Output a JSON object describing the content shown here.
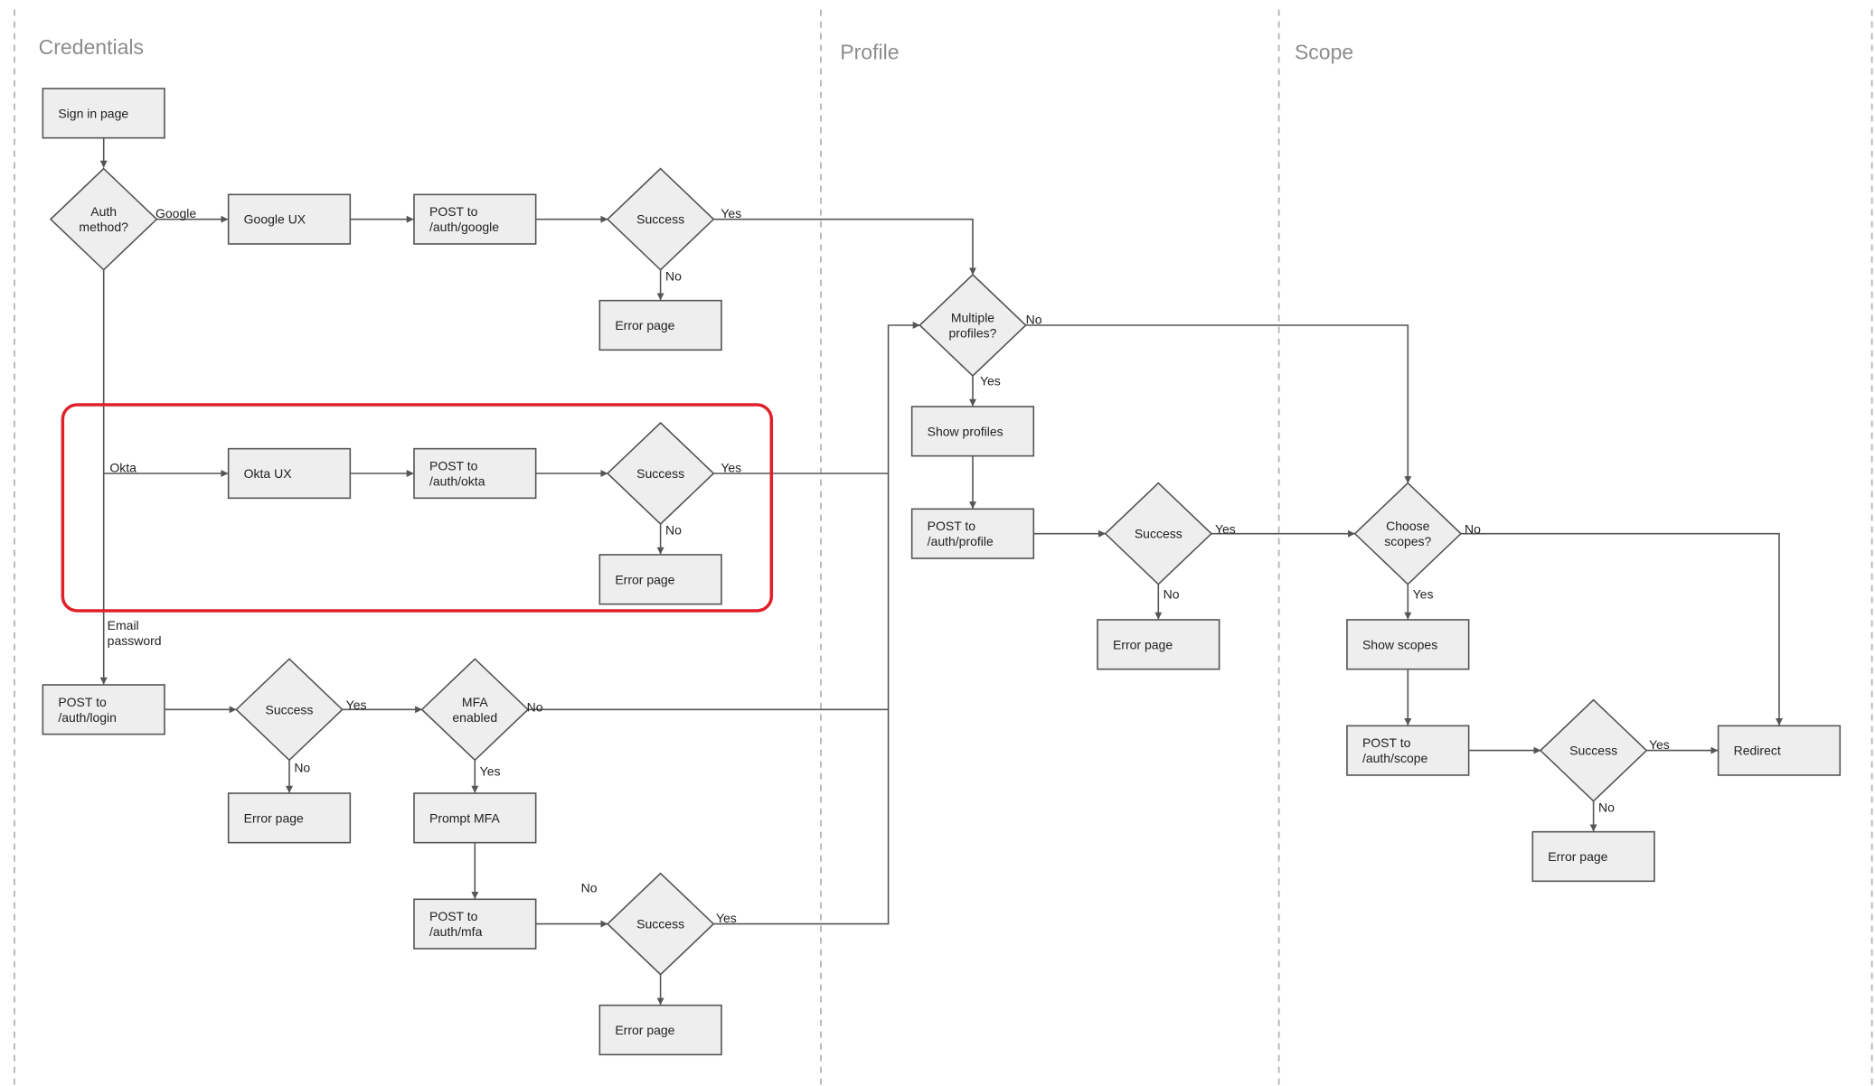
{
  "lanes": [
    {
      "id": "lane-credentials",
      "label": "Credentials"
    },
    {
      "id": "lane-profile",
      "label": "Profile"
    },
    {
      "id": "lane-scope",
      "label": "Scope"
    }
  ],
  "nodes": [
    {
      "id": "sign-in-page",
      "shape": "rect",
      "lines": [
        "Sign in page"
      ]
    },
    {
      "id": "auth-method",
      "shape": "diamond",
      "lines": [
        "Auth",
        "method?"
      ]
    },
    {
      "id": "google-ux",
      "shape": "rect",
      "lines": [
        "Google UX"
      ]
    },
    {
      "id": "post-auth-google",
      "shape": "rect",
      "lines": [
        "POST to",
        "/auth/google"
      ]
    },
    {
      "id": "success-google",
      "shape": "diamond",
      "lines": [
        "Success"
      ]
    },
    {
      "id": "error-google",
      "shape": "rect",
      "lines": [
        "Error page"
      ]
    },
    {
      "id": "okta-ux",
      "shape": "rect",
      "lines": [
        "Okta UX"
      ]
    },
    {
      "id": "post-auth-okta",
      "shape": "rect",
      "lines": [
        "POST to",
        "/auth/okta"
      ]
    },
    {
      "id": "success-okta",
      "shape": "diamond",
      "lines": [
        "Success"
      ]
    },
    {
      "id": "error-okta",
      "shape": "rect",
      "lines": [
        "Error page"
      ]
    },
    {
      "id": "post-auth-login",
      "shape": "rect",
      "lines": [
        "POST to",
        "/auth/login"
      ]
    },
    {
      "id": "success-login",
      "shape": "diamond",
      "lines": [
        "Success"
      ]
    },
    {
      "id": "error-login",
      "shape": "rect",
      "lines": [
        "Error page"
      ]
    },
    {
      "id": "mfa-enabled",
      "shape": "diamond",
      "lines": [
        "MFA",
        "enabled"
      ]
    },
    {
      "id": "prompt-mfa",
      "shape": "rect",
      "lines": [
        "Prompt MFA"
      ]
    },
    {
      "id": "post-auth-mfa",
      "shape": "rect",
      "lines": [
        "POST to",
        "/auth/mfa"
      ]
    },
    {
      "id": "success-mfa",
      "shape": "diamond",
      "lines": [
        "Success"
      ]
    },
    {
      "id": "error-mfa",
      "shape": "rect",
      "lines": [
        "Error page"
      ]
    },
    {
      "id": "multiple-profiles",
      "shape": "diamond",
      "lines": [
        "Multiple",
        "profiles?"
      ]
    },
    {
      "id": "show-profiles",
      "shape": "rect",
      "lines": [
        "Show profiles"
      ]
    },
    {
      "id": "post-auth-profile",
      "shape": "rect",
      "lines": [
        "POST to",
        "/auth/profile"
      ]
    },
    {
      "id": "success-profile",
      "shape": "diamond",
      "lines": [
        "Success"
      ]
    },
    {
      "id": "error-profile",
      "shape": "rect",
      "lines": [
        "Error page"
      ]
    },
    {
      "id": "choose-scopes",
      "shape": "diamond",
      "lines": [
        "Choose",
        "scopes?"
      ]
    },
    {
      "id": "show-scopes",
      "shape": "rect",
      "lines": [
        "Show scopes"
      ]
    },
    {
      "id": "post-auth-scope",
      "shape": "rect",
      "lines": [
        "POST to",
        "/auth/scope"
      ]
    },
    {
      "id": "success-scope",
      "shape": "diamond",
      "lines": [
        "Success"
      ]
    },
    {
      "id": "error-scope",
      "shape": "rect",
      "lines": [
        "Error page"
      ]
    },
    {
      "id": "redirect",
      "shape": "rect",
      "lines": [
        "Redirect"
      ]
    }
  ],
  "edge_labels": [
    {
      "id": "google",
      "lines": [
        "Google"
      ]
    },
    {
      "id": "okta",
      "lines": [
        "Okta"
      ]
    },
    {
      "id": "email-password",
      "lines": [
        "Email",
        "password"
      ]
    },
    {
      "id": "google-yes",
      "lines": [
        "Yes"
      ]
    },
    {
      "id": "google-no",
      "lines": [
        "No"
      ]
    },
    {
      "id": "okta-yes",
      "lines": [
        "Yes"
      ]
    },
    {
      "id": "okta-no",
      "lines": [
        "No"
      ]
    },
    {
      "id": "login-yes",
      "lines": [
        "Yes"
      ]
    },
    {
      "id": "login-no",
      "lines": [
        "No"
      ]
    },
    {
      "id": "mfa-no",
      "lines": [
        "No"
      ]
    },
    {
      "id": "mfa-yes",
      "lines": [
        "Yes"
      ]
    },
    {
      "id": "mfa-success-no",
      "lines": [
        "No"
      ]
    },
    {
      "id": "mfa-success-yes",
      "lines": [
        "Yes"
      ]
    },
    {
      "id": "profiles-no",
      "lines": [
        "No"
      ]
    },
    {
      "id": "profiles-yes",
      "lines": [
        "Yes"
      ]
    },
    {
      "id": "profile-yes",
      "lines": [
        "Yes"
      ]
    },
    {
      "id": "profile-no",
      "lines": [
        "No"
      ]
    },
    {
      "id": "scopes-no",
      "lines": [
        "No"
      ]
    },
    {
      "id": "scopes-yes",
      "lines": [
        "Yes"
      ]
    },
    {
      "id": "scope-yes",
      "lines": [
        "Yes"
      ]
    },
    {
      "id": "scope-no",
      "lines": [
        "No"
      ]
    }
  ],
  "colors": {
    "box_fill": "#eeeeee",
    "box_stroke": "#555555",
    "lane_text": "#8c8c8c",
    "lane_divider": "#b4b4b4",
    "highlight": "#e0202a"
  }
}
